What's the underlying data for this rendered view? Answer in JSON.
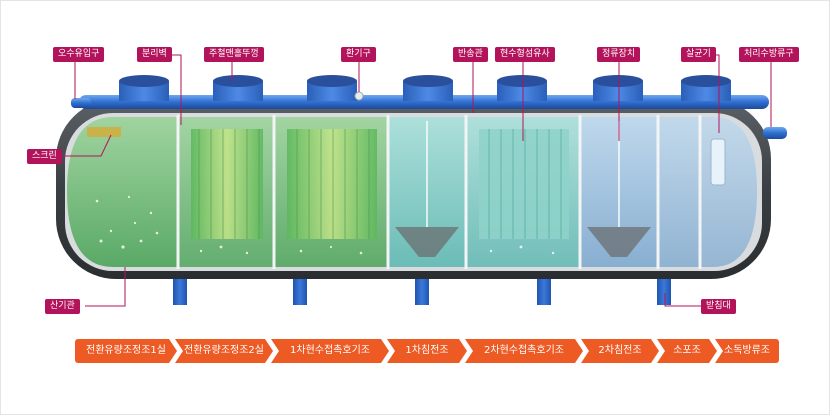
{
  "labels": {
    "inlet": "오수유입구",
    "separator": "분리벽",
    "cover": "주철맨홀뚜껑",
    "vent": "환기구",
    "return_pipe": "반송관",
    "media": "현수형섬유사",
    "flow_device": "정류장치",
    "sterilizer": "살균기",
    "outlet": "처리수방류구",
    "screen": "스크린",
    "aerator": "산기관",
    "support": "받침대"
  },
  "stages": [
    "전환유량조정조1실",
    "전환유량조정조2실",
    "1차현수접촉호기조",
    "1차침전조",
    "2차현수접촉호기조",
    "2차침전조",
    "소포조",
    "소독방류조"
  ],
  "colors": {
    "label_bg": "#b3135a",
    "stage_bg": "#ee5a24",
    "pipe_blue": "#2f6fd1",
    "tank_shell": "#3f4448"
  }
}
